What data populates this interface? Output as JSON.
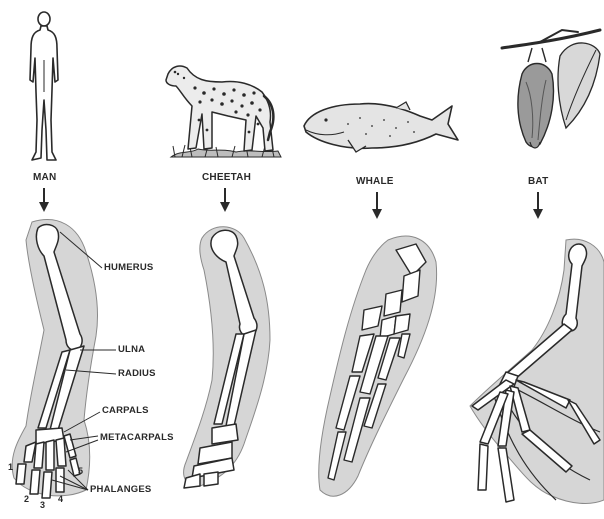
{
  "animals": [
    {
      "id": "man",
      "label": "MAN"
    },
    {
      "id": "cheetah",
      "label": "CHEETAH"
    },
    {
      "id": "whale",
      "label": "WHALE"
    },
    {
      "id": "bat",
      "label": "BAT"
    }
  ],
  "bone_labels": {
    "humerus": "HUMERUS",
    "ulna": "ULNA",
    "radius": "RADIUS",
    "carpals": "CARPALS",
    "metacarpals": "METACARPALS",
    "phalanges": "PHALANGES"
  },
  "digit_labels": [
    "1",
    "2",
    "3",
    "4",
    "5"
  ],
  "colors": {
    "ink": "#2a2a2a",
    "tissue": "#d6d6d6",
    "bone": "#ffffff",
    "background": "#ffffff"
  }
}
